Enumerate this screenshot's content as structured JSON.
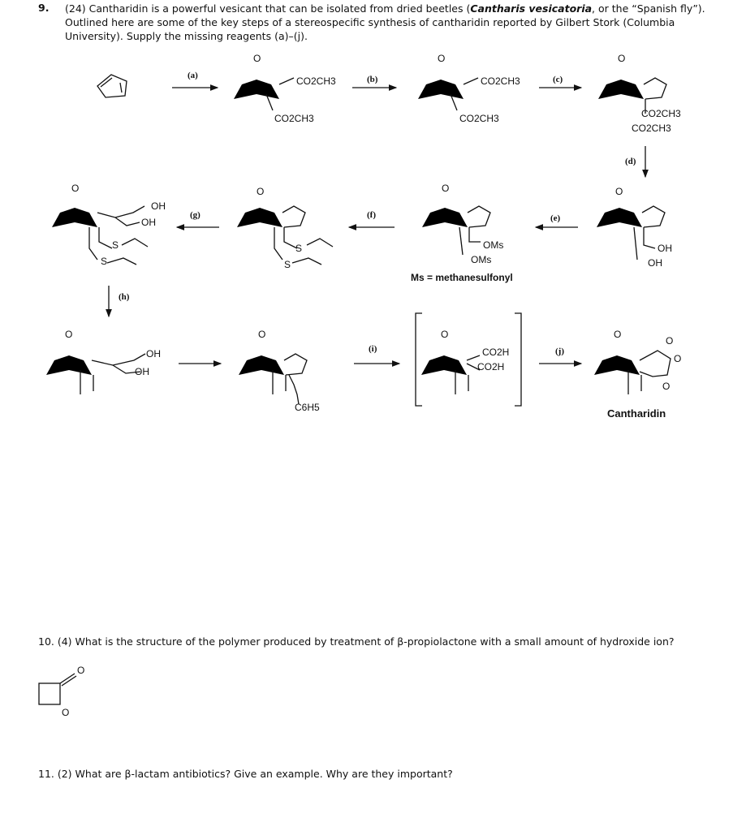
{
  "q9": {
    "number": "9.",
    "line1": "(24) Cantharidin is a powerful vesicant that can be isolated from dried beetles (",
    "species": "Cantharis vesicatoria",
    "line1_end": ", or the “Spanish fly”).",
    "line2": "Outlined here are some of the key steps of a stereospecific synthesis of cantharidin reported by Gilbert Stork (Columbia",
    "line3": "University). Supply the missing reagents (a)–(j)."
  },
  "scheme": {
    "reagents": [
      "(a)",
      "(b)",
      "(c)",
      "(d)",
      "(e)",
      "(f)",
      "(g)",
      "(h)",
      "(i)",
      "(j)"
    ],
    "groups": {
      "o": "O",
      "co2ch3": "CO2CH3",
      "oh": "OH",
      "s": "S",
      "oms": "OMs",
      "co2h": "CO2H",
      "c6h5": "C6H5"
    },
    "ms_note": "Ms = methanesulfonyl",
    "product_name": "Cantharidin"
  },
  "q10": {
    "text": "10. (4) What is the structure of the polymer produced by treatment of β-propiolactone with a small amount of hydroxide ion?"
  },
  "q11": {
    "text": "11. (2) What are β-lactam antibiotics? Give an example. Why are they important?"
  }
}
